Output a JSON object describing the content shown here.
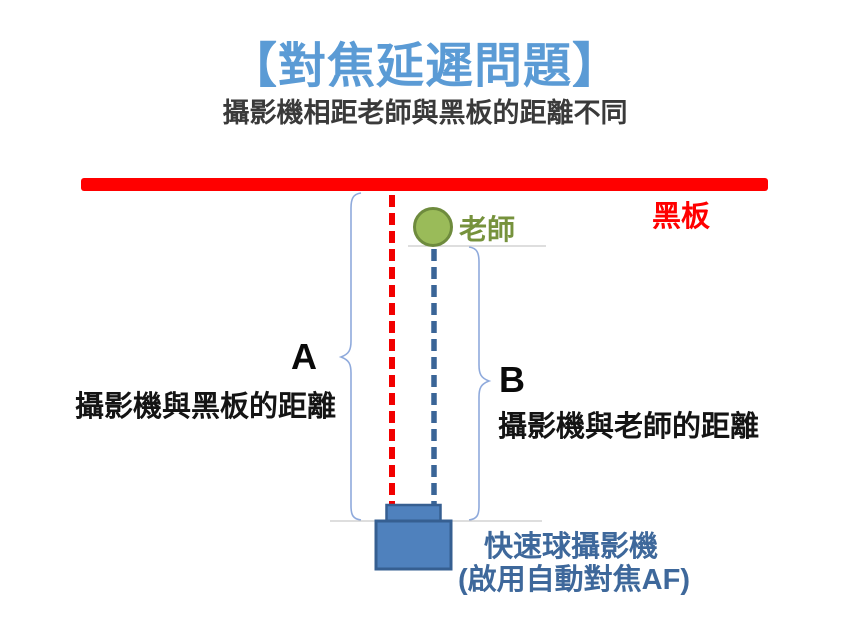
{
  "slide": {
    "title": "【對焦延遲問題】",
    "subtitle": "攝影機相距老師與黑板的距離不同"
  },
  "diagram": {
    "blackboard_label": "黑板",
    "teacher_label": "老師",
    "distance_a": {
      "letter": "A",
      "label": "攝影機與黑板的距離"
    },
    "distance_b": {
      "letter": "B",
      "label": "攝影機與老師的距離"
    },
    "camera": {
      "label_line1": "快速球攝影機",
      "label_line2": "(啟用自動對焦AF)"
    }
  },
  "colors": {
    "title_blue": "#5B9BD5",
    "blackboard_red": "#FF0000",
    "dash_red": "#F20000",
    "dash_blue": "#3A6597",
    "teacher_fill": "#9ABB59",
    "teacher_border": "#6E8B3D",
    "teacher_text_green": "#76923C",
    "camera_fill": "#4F81BD",
    "camera_border": "#365F91",
    "camera_text_blue": "#3E689B",
    "brace_blue": "#8FAADC",
    "guide_gray": "#C9C9C9",
    "subtitle_gray": "#3A3A3A"
  }
}
